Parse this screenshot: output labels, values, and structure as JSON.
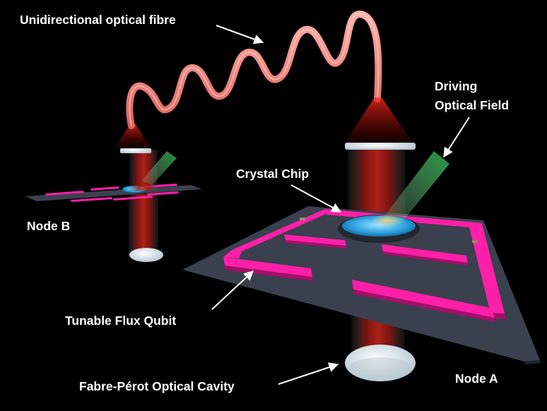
{
  "labels": {
    "fibre": "Unidirectional optical fibre",
    "driving_line1": "Driving",
    "driving_line2": "Optical Field",
    "crystal_chip": "Crystal Chip",
    "node_b": "Node B",
    "node_a": "Node A",
    "flux_qubit": "Tunable Flux Qubit",
    "cavity": "Fabre-Pérot Optical Cavity"
  },
  "colors": {
    "background": "#000000",
    "fibre": "#f08080",
    "qubit": "#ff1fa8",
    "chip_plate": "#3b4150",
    "crystal": "#3fb6ea",
    "laser_red": "#c01010",
    "driving_green": "#39c46a",
    "mirror": "#dfe8ee"
  }
}
